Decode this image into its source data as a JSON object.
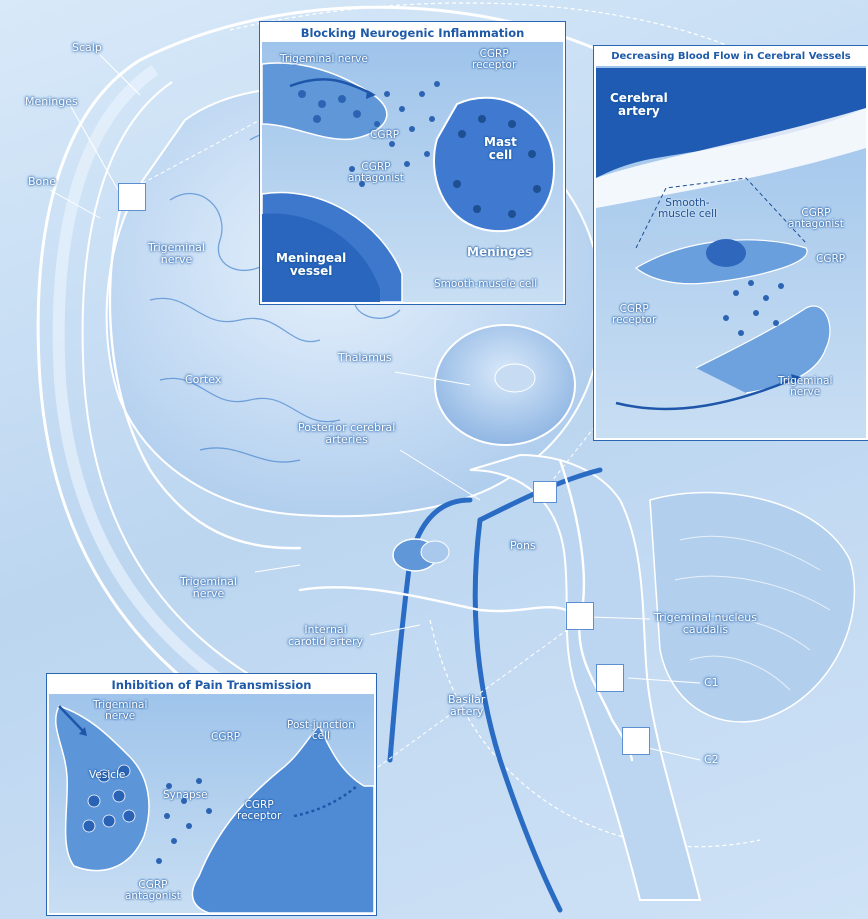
{
  "labels": {
    "scalp": "Scalp",
    "meninges": "Meninges",
    "bone": "Bone",
    "trigeminal_nerve_top": "Trigeminal\nnerve",
    "cortex": "Cortex",
    "thalamus": "Thalamus",
    "posterior_cerebral_arteries": "Posterior cerebral\narteries",
    "pons": "Pons",
    "trigeminal_nerve_bottom": "Trigeminal\nnerve",
    "internal_carotid_artery": "Internal\ncarotid artery",
    "basilar_artery": "Basilar\nartery",
    "trigeminal_nucleus_caudalis": "Trigeminal nucleus\ncaudalis",
    "c1": "C1",
    "c2": "C2"
  },
  "panel_neurogenic": {
    "title": "Blocking Neurogenic Inflammation",
    "trigeminal_nerve": "Trigeminal nerve",
    "cgrp_receptor": "CGRP\nreceptor",
    "cgrp": "CGRP",
    "mast_cell": "Mast\ncell",
    "cgrp_antagonist": "CGRP\nantagonist",
    "meningeal_vessel": "Meningeal\nvessel",
    "meninges": "Meninges",
    "smooth_muscle_cell": "Smooth-muscle cell"
  },
  "panel_blood_flow": {
    "title": "Decreasing Blood Flow in Cerebral Vessels",
    "cerebral_artery": "Cerebral\nartery",
    "smooth_muscle_cell": "Smooth-\nmuscle cell",
    "cgrp_antagonist": "CGRP\nantagonist",
    "cgrp": "CGRP",
    "cgrp_receptor": "CGRP\nreceptor",
    "trigeminal_nerve": "Trigeminal\nnerve"
  },
  "panel_pain": {
    "title": "Inhibition of Pain Transmission",
    "trigeminal_nerve": "Trigeminal\nnerve",
    "cgrp": "CGRP",
    "post_junction_cell": "Post-junction\ncell",
    "vesicle": "Vesicle",
    "synapse": "Synapse",
    "cgrp_receptor": "CGRP\nreceptor",
    "cgrp_antagonist": "CGRP\nantagonist"
  },
  "colors": {
    "background": "#cfe3f7",
    "panel_title_text": "#1f5aa8",
    "label_shadow": "#1c5aa6",
    "vessel_blue": "#2a6cc4"
  }
}
